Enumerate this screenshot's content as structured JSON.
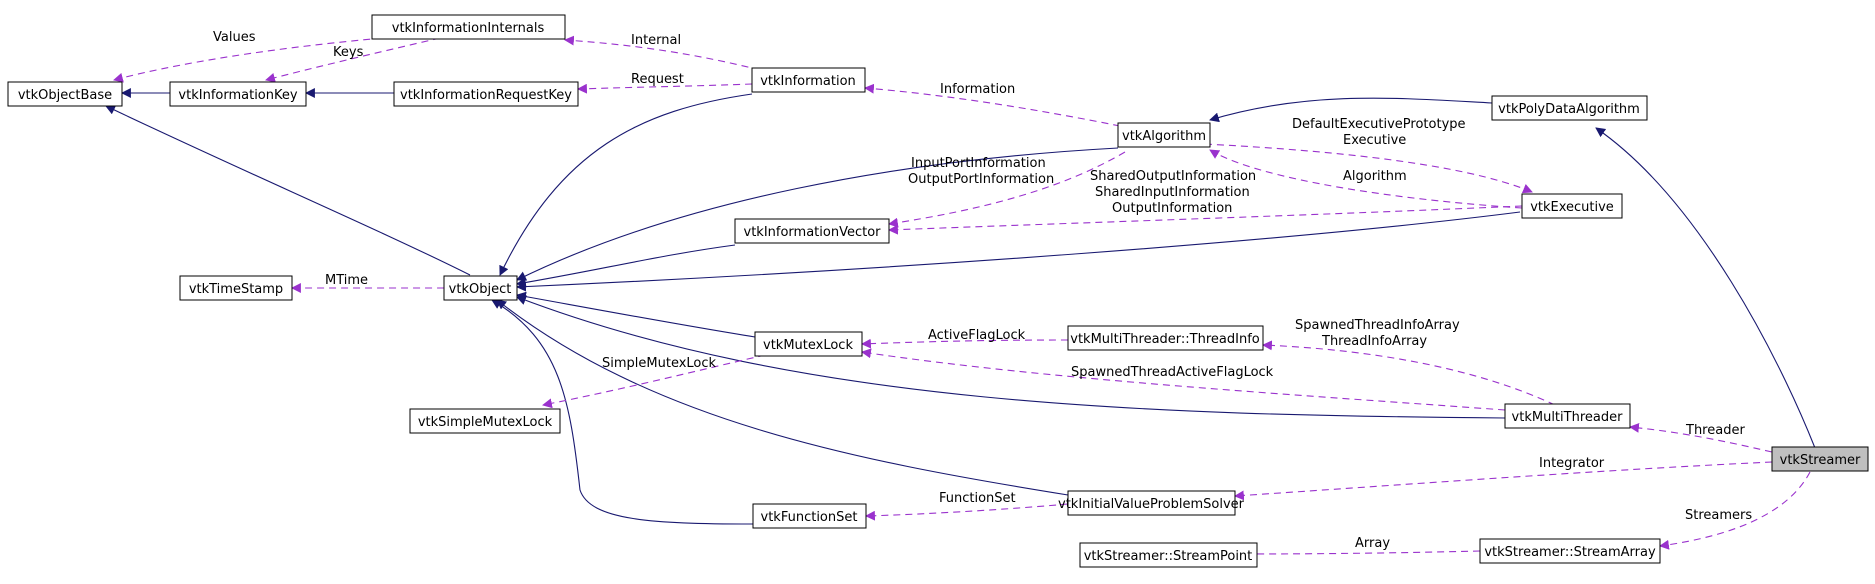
{
  "colors": {
    "inheritance": "#191970",
    "usage": "#9a32cd",
    "highlight_fill": "#bfbfbf"
  },
  "nodes": {
    "vtkObjectBase": "vtkObjectBase",
    "vtkInformationKey": "vtkInformationKey",
    "vtkInformationInternals": "vtkInformationInternals",
    "vtkInformationRequestKey": "vtkInformationRequestKey",
    "vtkInformation": "vtkInformation",
    "vtkAlgorithm": "vtkAlgorithm",
    "vtkPolyDataAlgorithm": "vtkPolyDataAlgorithm",
    "vtkExecutive": "vtkExecutive",
    "vtkInformationVector": "vtkInformationVector",
    "vtkTimeStamp": "vtkTimeStamp",
    "vtkObject": "vtkObject",
    "vtkMutexLock": "vtkMutexLock",
    "vtkMultiThreaderThreadInfo": "vtkMultiThreader::ThreadInfo",
    "vtkSimpleMutexLock": "vtkSimpleMutexLock",
    "vtkMultiThreader": "vtkMultiThreader",
    "vtkStreamer": "vtkStreamer",
    "vtkInitialValueProblemSolver": "vtkInitialValueProblemSolver",
    "vtkFunctionSet": "vtkFunctionSet",
    "vtkStreamerStreamPoint": "vtkStreamer::StreamPoint",
    "vtkStreamerStreamArray": "vtkStreamer::StreamArray"
  },
  "edge_labels": {
    "values": "Values",
    "keys": "Keys",
    "internal": "Internal",
    "request": "Request",
    "information": "Information",
    "default_executive_prototype": "DefaultExecutivePrototype",
    "executive": "Executive",
    "input_port_information": "InputPortInformation",
    "output_port_information": "OutputPortInformation",
    "shared_output_information": "SharedOutputInformation",
    "shared_input_information": "SharedInputInformation",
    "output_information": "OutputInformation",
    "algorithm": "Algorithm",
    "mtime": "MTime",
    "active_flag_lock": "ActiveFlagLock",
    "spawned_thread_info_array": "SpawnedThreadInfoArray",
    "thread_info_array": "ThreadInfoArray",
    "simple_mutex_lock": "SimpleMutexLock",
    "spawned_thread_active_flag_lock": "SpawnedThreadActiveFlagLock",
    "threader": "Threader",
    "integrator": "Integrator",
    "function_set": "FunctionSet",
    "streamers": "Streamers",
    "array": "Array"
  }
}
